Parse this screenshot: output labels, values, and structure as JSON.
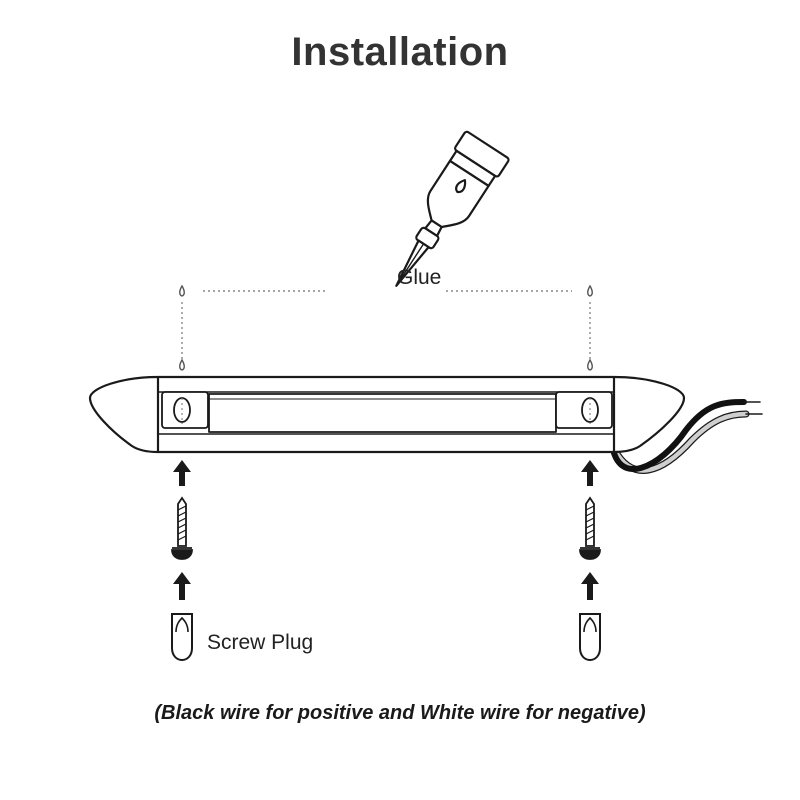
{
  "title": "Installation",
  "labels": {
    "glue": "Glue",
    "screw_plug": "Screw Plug"
  },
  "note": "(Black wire for positive and White wire for negative)",
  "colors": {
    "stroke": "#1a1a1a",
    "dashed": "#888888",
    "black_wire": "#111111",
    "white_wire": "#cfcfcf"
  },
  "icons": {
    "glue": "glue-bottle-icon",
    "arrow": "arrow-up-icon",
    "screw": "screw-icon",
    "plug": "screw-plug-icon"
  }
}
